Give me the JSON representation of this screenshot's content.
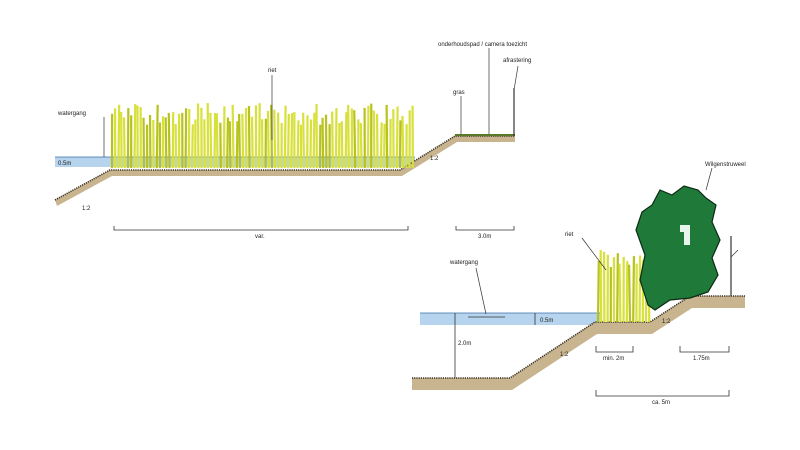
{
  "top_section": {
    "labels": {
      "watergang": "watergang",
      "water_depth": "0.5m",
      "riet": "riet",
      "gras": "gras",
      "path": "onderhoudspad / camera toezicht",
      "fence": "afrastering",
      "slope_left": "1:2",
      "slope_right": "1:2",
      "dim_reed": "var.",
      "dim_path": "3.0m"
    }
  },
  "bottom_section": {
    "labels": {
      "shrub": "Wilgenstruweel",
      "riet": "riet",
      "watergang": "watergang",
      "water_depth": "0.5m",
      "total_depth": "2.0m",
      "slope_left": "1:2",
      "slope_right": "1:2",
      "dim_reed": "min. 2m",
      "dim_berm": "1.75m",
      "dim_total": "ca. 5m"
    }
  },
  "colors": {
    "water": "#a9cdea",
    "soil": "#c8b48f",
    "reed": "#d8e03a",
    "shrub": "#1f7a3a",
    "grass": "#5a7a2a"
  }
}
